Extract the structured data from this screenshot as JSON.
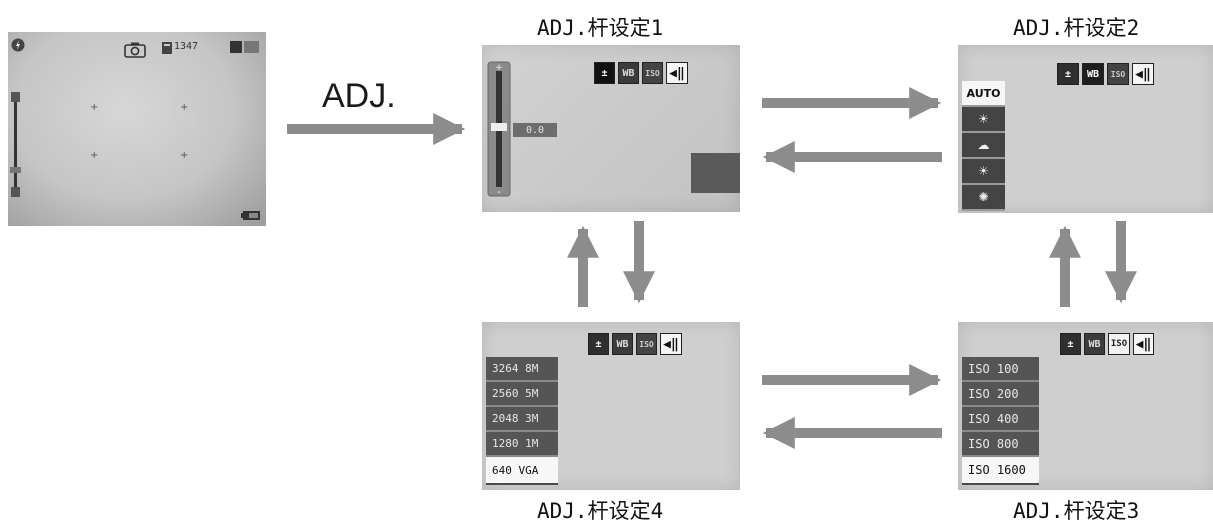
{
  "adj_label": "ADJ.",
  "captions": {
    "screen1": "ADJ.杆设定1",
    "screen2": "ADJ.杆设定2",
    "screen3": "ADJ.杆设定3",
    "screen4": "ADJ.杆设定4"
  },
  "preview": {
    "shots_remaining": "1347",
    "icon_names": [
      "flash-icon",
      "camera-mode-icon",
      "storage-icon",
      "quality-icon",
      "zoom-bar",
      "battery-icon"
    ]
  },
  "toolbar": {
    "exposure_icon": "±",
    "wb_label": "WB",
    "iso_label": "ISO",
    "flash_icon": "◀‖"
  },
  "screen1": {
    "exposure_value": "0.0"
  },
  "screen2": {
    "wb_options": [
      "AUTO",
      "☀",
      "☁",
      "☀",
      "✺"
    ]
  },
  "screen3": {
    "iso_options": [
      "ISO 100",
      "ISO 200",
      "ISO 400",
      "ISO 800",
      "ISO 1600"
    ],
    "selected_index": 4
  },
  "screen4": {
    "size_options": [
      "3264 8M",
      "2560 5M",
      "2048 3M",
      "1280 1M",
      "640 VGA"
    ],
    "selected_index": 4
  },
  "colors": {
    "arrow": "#8c8c8c"
  }
}
